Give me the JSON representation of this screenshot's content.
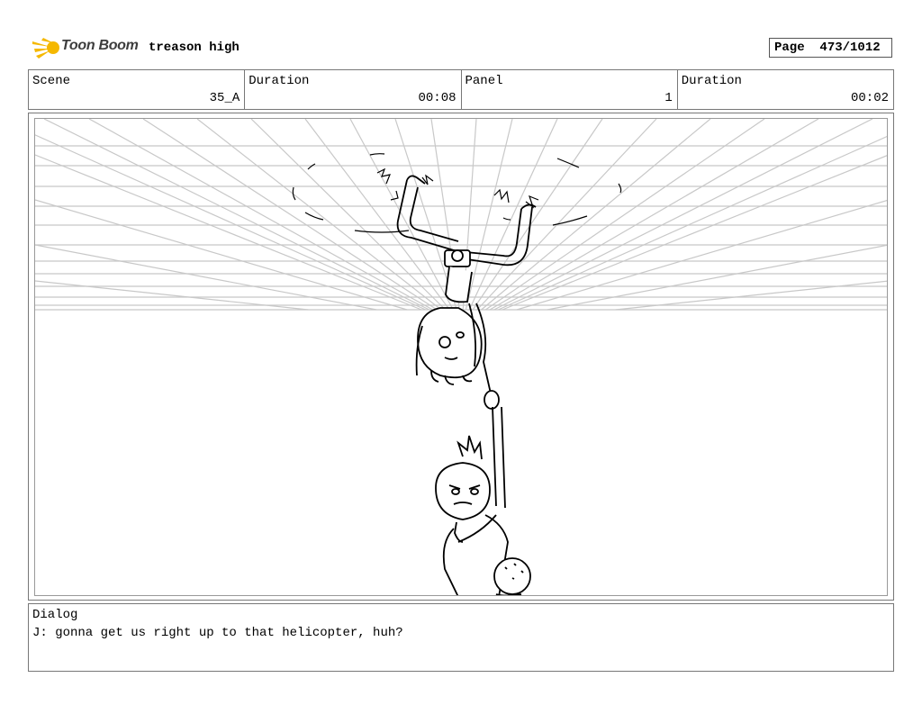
{
  "header": {
    "logo_text": "Toon Boom",
    "project_title": "treason high",
    "page_label": "Page",
    "page_value": "473/1012"
  },
  "info": {
    "scene_label": "Scene",
    "scene_value": "35_A",
    "duration_label": "Duration",
    "duration_value": "00:08",
    "panel_label": "Panel",
    "panel_value": "1",
    "panel_duration_label": "Duration",
    "panel_duration_value": "00:02"
  },
  "dialog": {
    "label": "Dialog",
    "text": "J: gonna get us right up to that helicopter, huh?"
  },
  "colors": {
    "logo_accent": "#f5b800",
    "sketch_lines": "#c8c8c8",
    "ink": "#000000"
  }
}
